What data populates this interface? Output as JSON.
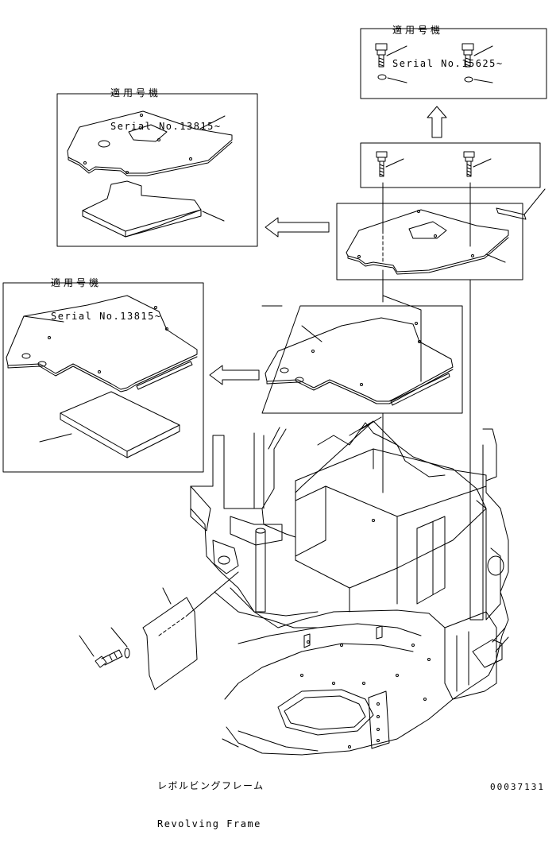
{
  "serial_notes": [
    {
      "jp": "適用号機",
      "en": "Serial No.15625~"
    },
    {
      "jp": "適用号機",
      "en": "Serial No.13815~"
    },
    {
      "jp": "適用号機",
      "en": "Serial No.13815~"
    }
  ],
  "caption": {
    "jp": "レボルビングフレーム",
    "en": "Revolving Frame"
  },
  "drawing_number": "00037131"
}
